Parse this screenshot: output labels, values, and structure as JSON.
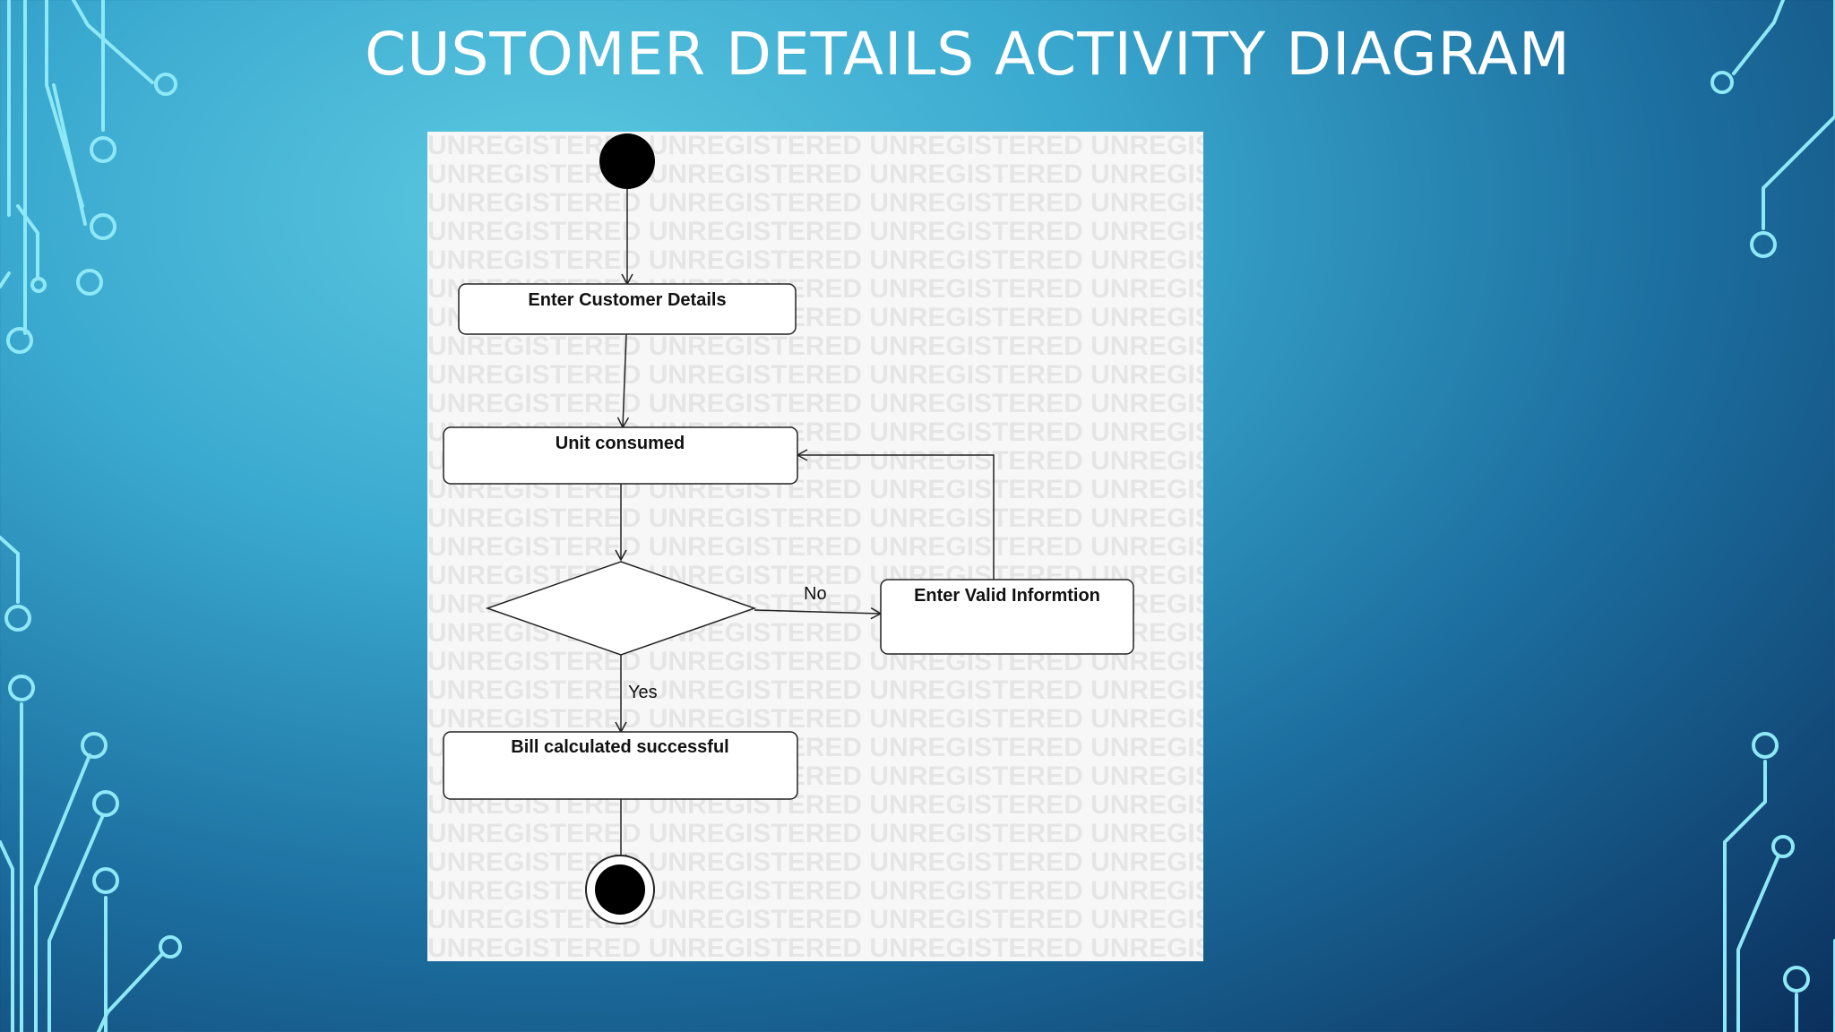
{
  "slide": {
    "title": "CUSTOMER DETAILS ACTIVITY DIAGRAM",
    "accent_color": "#8ee8f5",
    "background_colors": [
      "#5cc8e0",
      "#1c6fa0",
      "#0b2f5c"
    ]
  },
  "diagram": {
    "watermark": "UNREGISTERED",
    "nodes": {
      "start": {
        "type": "initial-node"
      },
      "enter_customer_details": {
        "type": "action",
        "label": "Enter Customer Details"
      },
      "unit_consumed": {
        "type": "action",
        "label": "Unit consumed"
      },
      "decision": {
        "type": "decision-node"
      },
      "enter_valid_information": {
        "type": "action",
        "label": "Enter Valid Informtion"
      },
      "bill_calculated": {
        "type": "action",
        "label": "Bill calculated successful"
      },
      "end": {
        "type": "final-node"
      }
    },
    "edges": [
      {
        "from": "start",
        "to": "enter_customer_details",
        "label": ""
      },
      {
        "from": "enter_customer_details",
        "to": "unit_consumed",
        "label": ""
      },
      {
        "from": "unit_consumed",
        "to": "decision",
        "label": ""
      },
      {
        "from": "decision",
        "to": "enter_valid_information",
        "label": "No"
      },
      {
        "from": "enter_valid_information",
        "to": "unit_consumed",
        "label": ""
      },
      {
        "from": "decision",
        "to": "bill_calculated",
        "label": "Yes"
      },
      {
        "from": "bill_calculated",
        "to": "end",
        "label": ""
      }
    ]
  }
}
